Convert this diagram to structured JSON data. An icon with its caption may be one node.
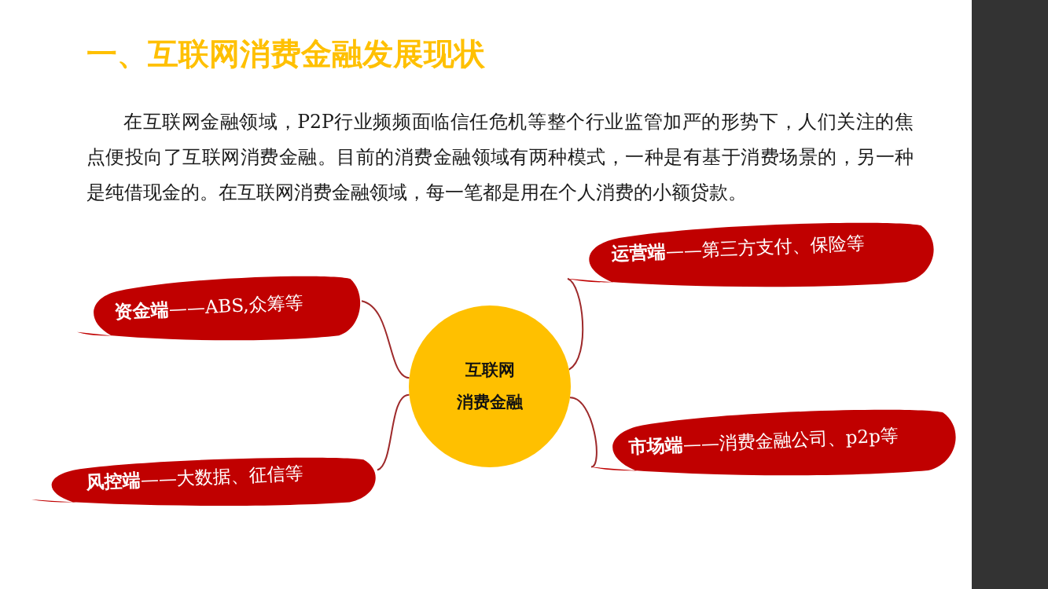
{
  "diagram": {
    "title": "一、互联网消费金融发展现状",
    "nodes": [
      {
        "text": [
          "互联网",
          "消费金融"
        ]
      },
      {
        "text": [
          "**运营端**——第三方支付、保险等"
        ]
      },
      {
        "text": [
          "**资金端**——ABS,众筹等"
        ]
      },
      {
        "text": [
          "**市场端**——消费金融公司、p2p等"
        ]
      },
      {
        "text": [
          "**风控端**——大数据、征信等"
        ]
      }
    ],
    "edges": [
      {
        "from": 0,
        "to": 1,
        "arrow": "none"
      },
      {
        "from": 0,
        "to": 2,
        "arrow": "none"
      },
      {
        "from": 0,
        "to": 3,
        "arrow": "none"
      },
      {
        "from": 0,
        "to": 4,
        "arrow": "none"
      }
    ],
    "labels": [
      "在互联网金融领域，P2P行业频频面临信任危机等整个行业监管加严的形势下，人们关注的焦点便投向了互联网消费金融。目前的消费金融领域有两种模式，一种是有基于消费场景的，另一种是纯借现金的。在互联网消费金融领域，每一笔都是用在个人消费的小额贷款。"
    ]
  }
}
